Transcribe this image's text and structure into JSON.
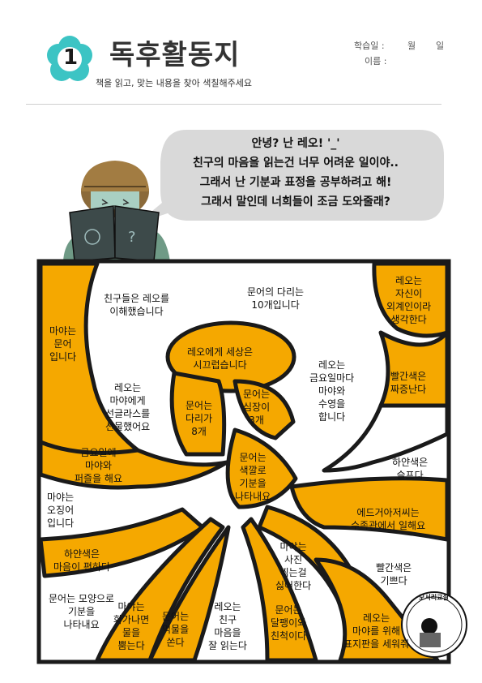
{
  "header": {
    "number": "1",
    "title": "독후활동지",
    "subtitle": "책을 읽고, 맞는 내용을 찾아 색칠해주세요",
    "date_label": "학습일 :",
    "month_label": "월",
    "day_label": "일",
    "name_label": "이름 :"
  },
  "speech": {
    "lines": [
      "안녕? 난 레오! '_'",
      "친구의 마음을 읽는건 너무 어려운 일이야..",
      "그래서 난 기분과 표정을 공부하려고 해!",
      "그래서 말인데 너희들이 조금 도와줄래?"
    ]
  },
  "cells": [
    "친구들은 레오를\n이해했습니다",
    "문어의 다리는\n10개입니다",
    "레오는\n자신이\n외계인이라\n생각한다",
    "마야는\n문어\n입니다",
    "레오에게 세상은\n시끄럽습니다",
    "레오는\n금요일마다\n마야와\n수영을\n합니다",
    "빨간색은\n짜증난다",
    "레오는\n마야에게\n선글라스를\n선물했어요",
    "문어는\n다리가\n8개",
    "문어는\n심장이\n3개",
    "하얀색은\n슬프다",
    "금요일에\n마야와\n퍼즐을 해요",
    "문어는\n색깔로\n기분을\n나타내요",
    "마야는\n오징어\n입니다",
    "에드거아저씨는\n수족관에서 일해요",
    "하얀색은\n마음이 편하다",
    "마야는\n사진\n찍는걸\n싫어한다",
    "빨간색은\n기쁘다",
    "문어는 모양으로\n기분을\n나타내요",
    "마야는\n화가나면\n물을\n뿜는다",
    "문어는\n먹물을\n쏜다",
    "레오는\n친구\n마음을\n잘 읽는다",
    "문어는\n달팽이와\n친척이다",
    "레오는\n마야를 위해\n표지판을 세워줘"
  ],
  "stamp": {
    "text": "모서리교실"
  },
  "colors": {
    "accent": "#F5A800",
    "flower": "#3CC4C4",
    "outline": "#1a1a1a",
    "bubble": "#D9D9D9"
  }
}
